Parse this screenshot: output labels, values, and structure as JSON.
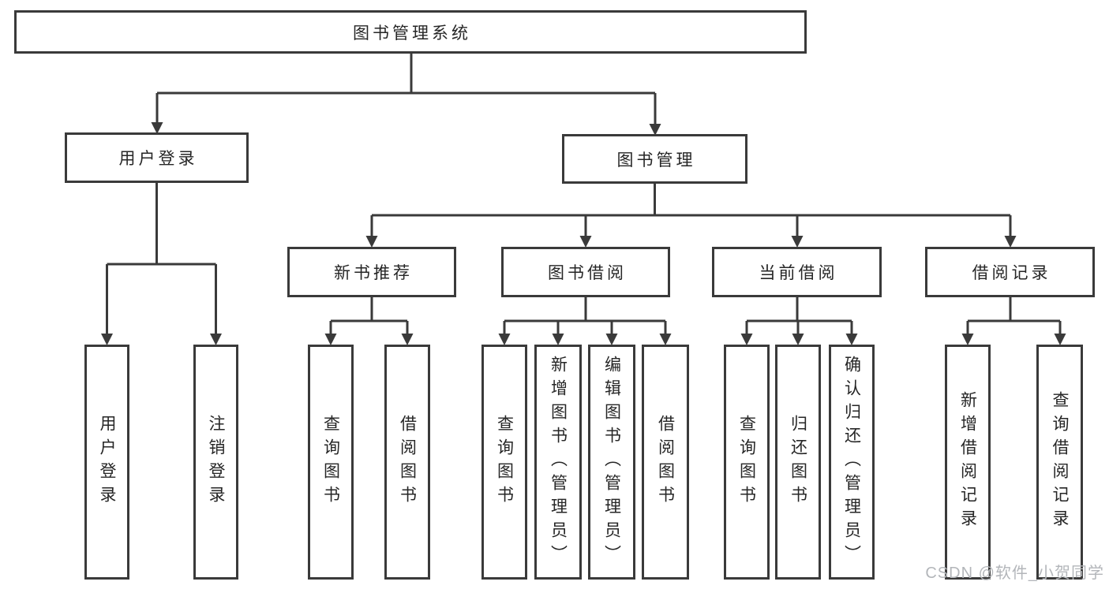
{
  "title": "图书管理系统",
  "watermark": "CSDN @软件_小贺同学",
  "colors": {
    "line": "#3a3a3a",
    "text": "#262626",
    "background": "#ffffff",
    "watermark": "#b3b6ba"
  },
  "tree": {
    "label": "图书管理系统",
    "children": [
      {
        "label": "用户登录",
        "children": [
          {
            "label": "用户登录"
          },
          {
            "label": "注销登录"
          }
        ]
      },
      {
        "label": "图书管理",
        "children": [
          {
            "label": "新书推荐",
            "children": [
              {
                "label": "查询图书"
              },
              {
                "label": "借阅图书"
              }
            ]
          },
          {
            "label": "图书借阅",
            "children": [
              {
                "label": "查询图书"
              },
              {
                "label": "新增图书（管理员）"
              },
              {
                "label": "编辑图书（管理员）"
              },
              {
                "label": "借阅图书"
              }
            ]
          },
          {
            "label": "当前借阅",
            "children": [
              {
                "label": "查询图书"
              },
              {
                "label": "归还图书"
              },
              {
                "label": "确认归还（管理员）"
              }
            ]
          },
          {
            "label": "借阅记录",
            "children": [
              {
                "label": "新增借阅记录"
              },
              {
                "label": "查询借阅记录"
              }
            ]
          }
        ]
      }
    ]
  }
}
